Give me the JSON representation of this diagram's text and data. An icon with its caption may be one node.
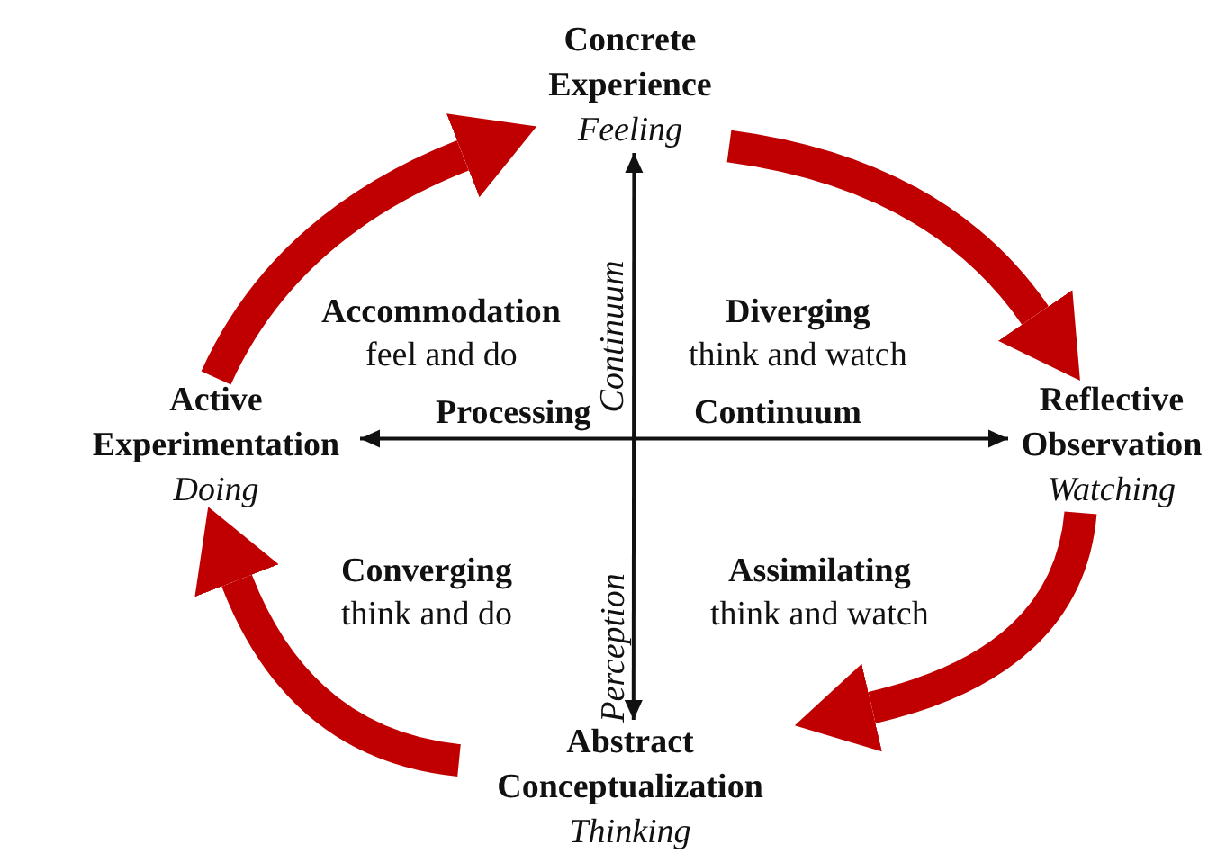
{
  "diagram": {
    "nodes": [
      {
        "text": [
          "Concrete Experience",
          "Feeling"
        ]
      },
      {
        "text": [
          "Reflective Observation",
          "Watching"
        ]
      },
      {
        "text": [
          "Abstract Conceptualization",
          "Thinking"
        ]
      },
      {
        "text": [
          "Active Experimentation",
          "Doing"
        ]
      }
    ],
    "edges": [
      {
        "from": 0,
        "to": 1,
        "arrow": "to"
      },
      {
        "from": 1,
        "to": 2,
        "arrow": "to"
      },
      {
        "from": 2,
        "to": 3,
        "arrow": "to"
      },
      {
        "from": 3,
        "to": 0,
        "arrow": "to"
      },
      {
        "from": 0,
        "to": 2,
        "arrow": "both",
        "color": "#111111"
      },
      {
        "from": 3,
        "to": 1,
        "arrow": "both",
        "color": "#111111"
      }
    ],
    "labels": [
      "Continuum",
      "Accommodation",
      "feel and do",
      "Diverging",
      "think and watch",
      "Processing",
      "Continuum",
      "Converging",
      "think and do",
      "Perception",
      "Assimilating",
      "think and watch"
    ]
  }
}
